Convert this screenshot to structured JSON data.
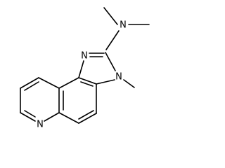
{
  "structure": {
    "atoms": {
      "n_amine": "N",
      "n_imine": "N",
      "n_methyl_ring": "N",
      "n_pyridine": "N"
    },
    "colors": {
      "ink": "#000000",
      "background": "#ffffff"
    }
  }
}
